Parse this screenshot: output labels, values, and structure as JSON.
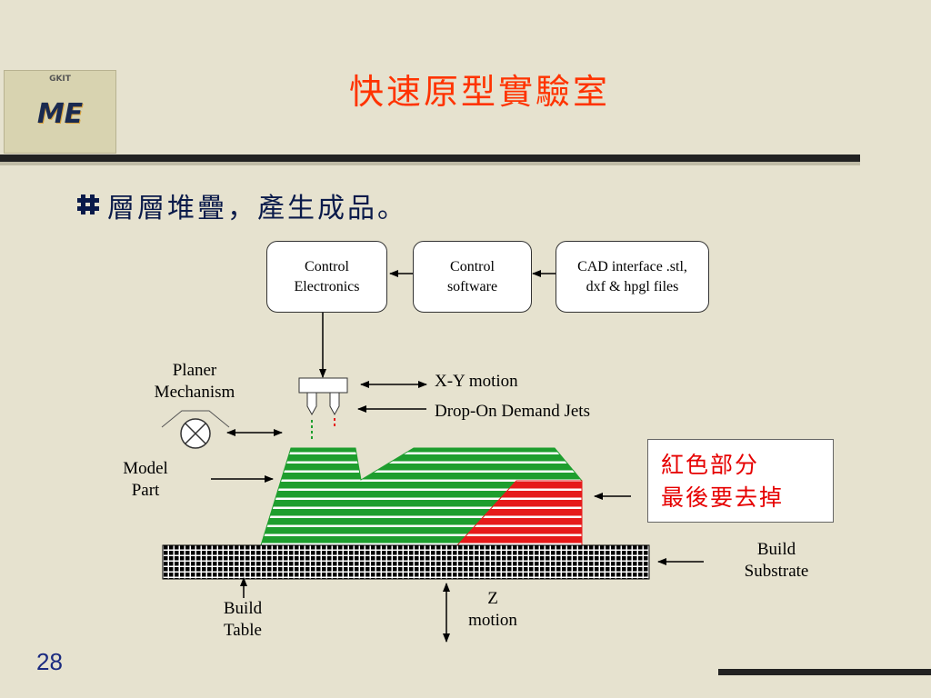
{
  "slide": {
    "title": "快速原型實驗室",
    "bullet": "層層堆疊，產生成品。",
    "page_number": "28",
    "logo": {
      "top_text": "GKIT",
      "main_text": "ME"
    }
  },
  "boxes": {
    "control_electronics": [
      "Control",
      "Electronics"
    ],
    "control_software": [
      "Control",
      "software"
    ],
    "cad_interface": [
      "CAD interface .stl,",
      "dxf & hpgl files"
    ]
  },
  "labels": {
    "planer_mechanism": [
      "Planer",
      "Mechanism"
    ],
    "xy_motion": "X-Y motion",
    "drop_on_demand": "Drop-On Demand Jets",
    "model_part": [
      "Model",
      "Part"
    ],
    "build_substrate": [
      "Build",
      "Substrate"
    ],
    "build_table": [
      "Build",
      "Table"
    ],
    "z_motion": [
      "Z",
      "motion"
    ]
  },
  "note": {
    "lines": [
      "紅色部分",
      "最後要去掉"
    ]
  },
  "colors": {
    "title": "#ff3300",
    "model": "#1e9e2e",
    "support": "#e61a1a",
    "note_text": "#e60000"
  }
}
